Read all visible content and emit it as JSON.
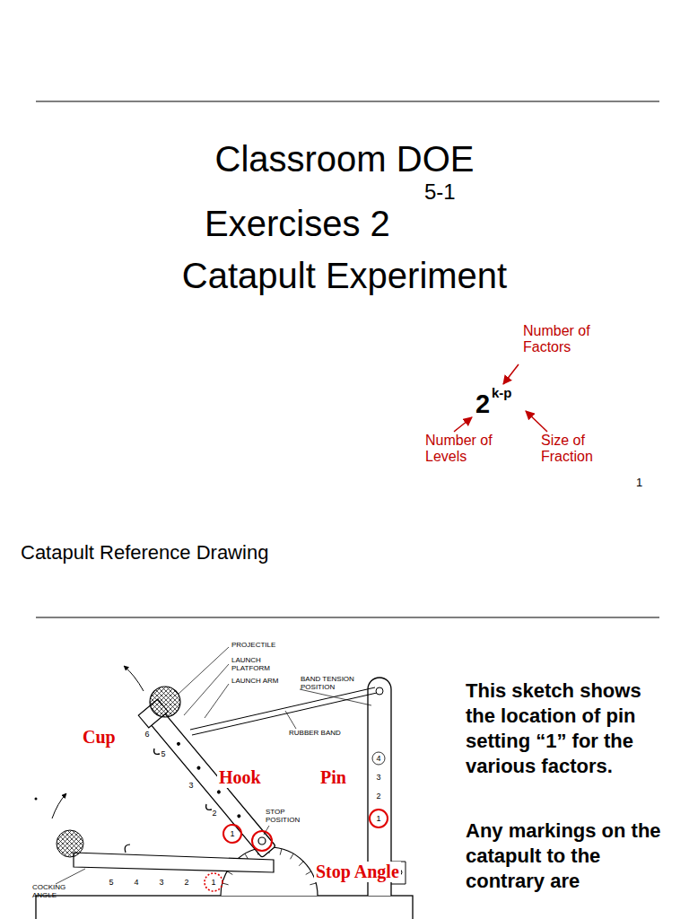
{
  "diagram": {
    "title": "Classroom DOE",
    "labels": [
      "Exercises 2",
      "5-1",
      "Catapult Experiment",
      "Number of Factors",
      "2",
      "k-p",
      "Number of Levels",
      "Size of Fraction",
      "1",
      "Catapult Reference Drawing",
      "PROJECTILE",
      "LAUNCH PLATFORM",
      "LAUNCH ARM",
      "RUBBER BAND",
      "BAND TENSION POSITION",
      "STOP POSITION",
      "COCKING ANGLE",
      "Cup",
      "Hook",
      "Pin",
      "Stop Angle",
      "This sketch shows the location of pin setting “1” for the various factors.",
      "Any markings on the catapult to the contrary are",
      "6",
      "5",
      "3",
      "2",
      "1",
      "4",
      "3",
      "2",
      "1",
      "5",
      "4",
      "3",
      "2",
      "1"
    ]
  }
}
